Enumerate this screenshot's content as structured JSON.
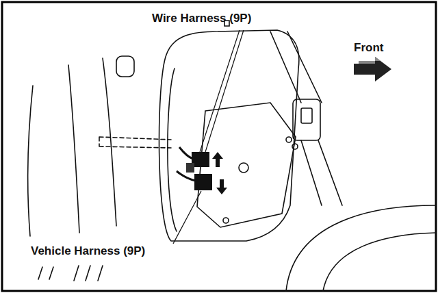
{
  "diagram": {
    "labels": [
      "Wire Harness (9P)",
      "Front",
      "Vehicle Harness (9P)"
    ]
  }
}
